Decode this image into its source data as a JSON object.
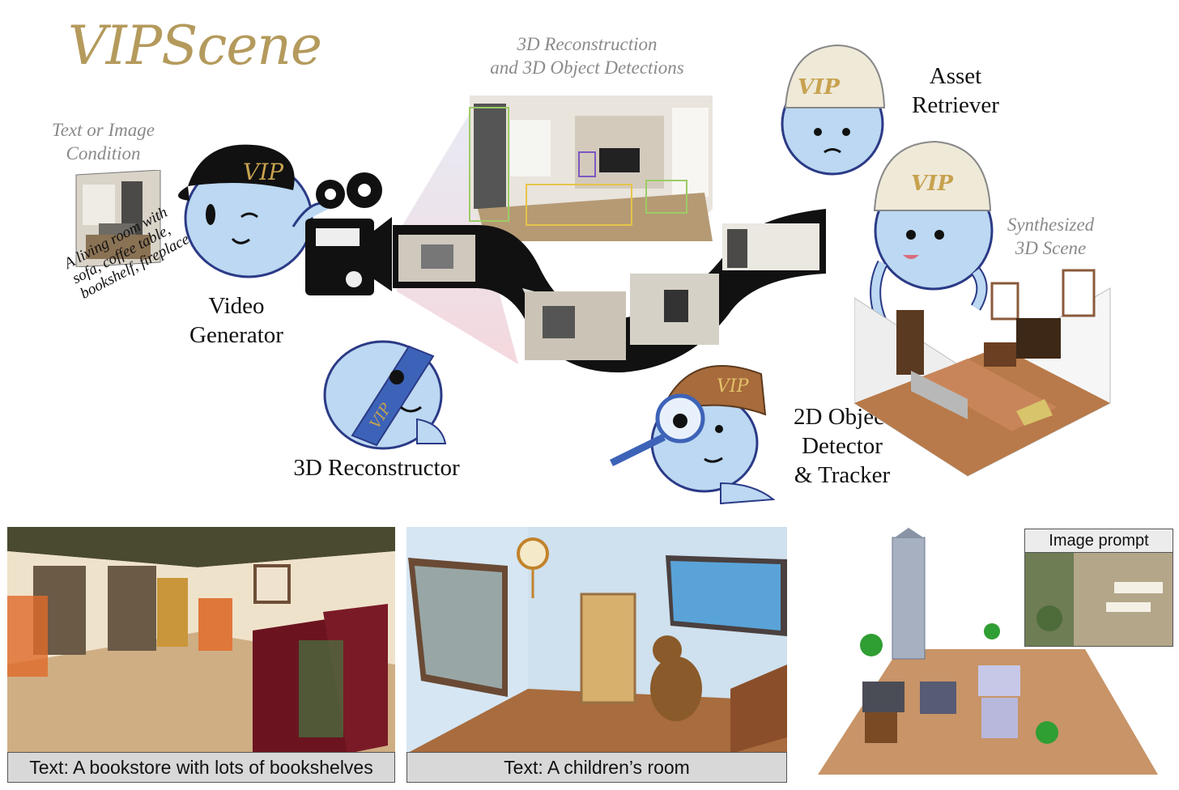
{
  "logo": "VIPScene",
  "condition_caption": [
    "Text or Image",
    "Condition"
  ],
  "prompt_text": [
    "A living room with",
    "sofa, coffee table,",
    "bookshelf, fireplace..."
  ],
  "recon_caption": [
    "3D Reconstruction",
    "and 3D Object Detections"
  ],
  "roles": {
    "video_generator": [
      "Video",
      "Generator"
    ],
    "reconstructor": "3D Reconstructor",
    "detector": [
      "2D Object",
      "Detector",
      "& Tracker"
    ],
    "retriever": [
      "Asset",
      "Retriever"
    ]
  },
  "synth_caption": [
    "Synthesized",
    "3D Scene"
  ],
  "hat_badge": "VIP",
  "panels": [
    {
      "caption": "Text: A bookstore with lots of bookshelves"
    },
    {
      "caption": "Text: A children’s room"
    }
  ],
  "image_prompt_label": "Image prompt",
  "colors": {
    "logo": "#b49a5c",
    "character": "#bcd8f2",
    "outline": "#2b3a86",
    "floor": "#b87a4a"
  }
}
